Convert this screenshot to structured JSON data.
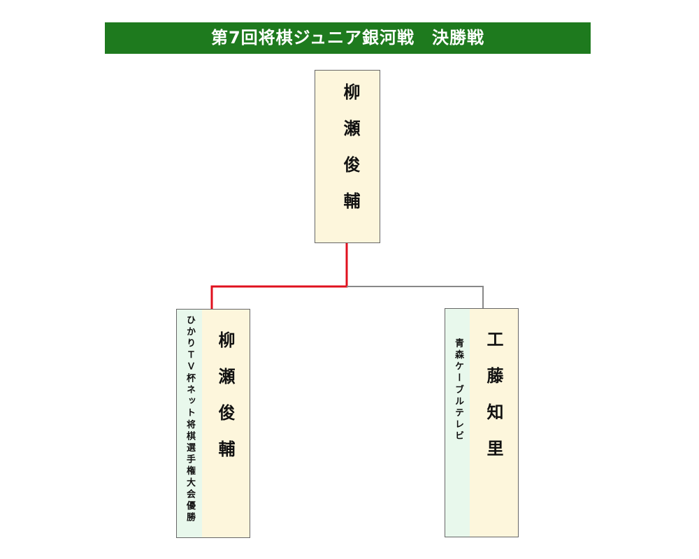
{
  "title": "第7回将棋ジュニア銀河戦　決勝戦",
  "colors": {
    "winner_line": "#e0101e",
    "loser_line": "#888888",
    "title_bg": "#1e7a1e"
  },
  "champion": {
    "name": "柳瀬俊輔"
  },
  "finalists": [
    {
      "name": "柳瀬俊輔",
      "qualifier": "ひかりＴＶ杯ネット将棋選手権大会優勝"
    },
    {
      "name": "工藤知里",
      "qualifier": "青森ケーブルテレビ"
    }
  ]
}
